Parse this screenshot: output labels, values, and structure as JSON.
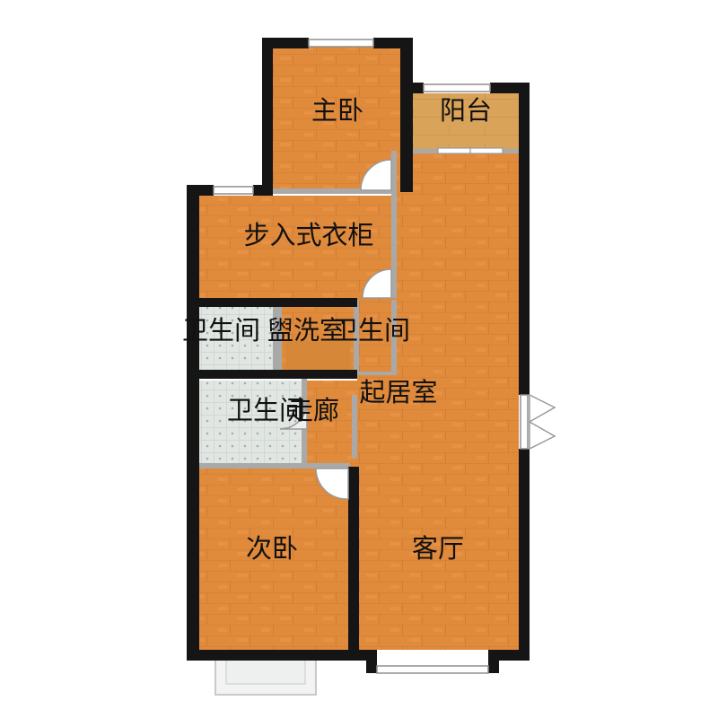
{
  "rooms": {
    "master_bedroom": "主卧",
    "balcony": "阳台",
    "walk_in_closet": "步入式衣柜",
    "bathroom_1": "卫生间",
    "washroom": "盥洗室",
    "bathroom_2": "卫生间",
    "bathroom_3": "卫生间",
    "corridor": "走廊",
    "living_room": "起居室",
    "second_bedroom": "次卧",
    "hall": "客厅"
  },
  "colors": {
    "wall": "#151515",
    "wood": "#e08a3c",
    "wood_dark": "#c9742c",
    "tile": "#dfe5e1",
    "balcony_wood": "#d9a760",
    "inner_wall": "#a8a8a8"
  }
}
